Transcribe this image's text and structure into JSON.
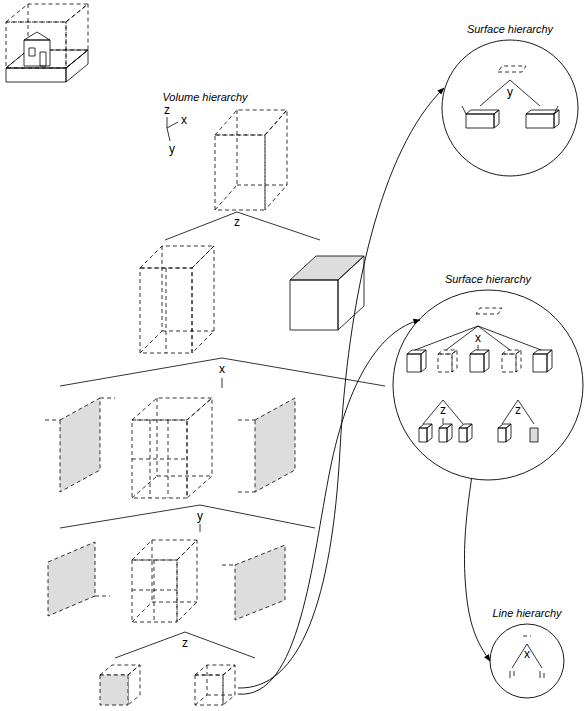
{
  "diagram": {
    "nodes": [
      {
        "text": [
          "Surface hierarchy",
          "y"
        ]
      },
      {
        "text": [
          "Surface hierarchy",
          "x",
          "z",
          "z"
        ]
      },
      {
        "text": [
          "Line hierarchy",
          "x"
        ]
      }
    ],
    "edges": [
      {
        "from": 1,
        "to": 2,
        "arrow": "to"
      }
    ],
    "labels": [
      "Volume hierarchy",
      "z",
      "x",
      "y",
      "z",
      "x",
      "y",
      "z"
    ]
  }
}
